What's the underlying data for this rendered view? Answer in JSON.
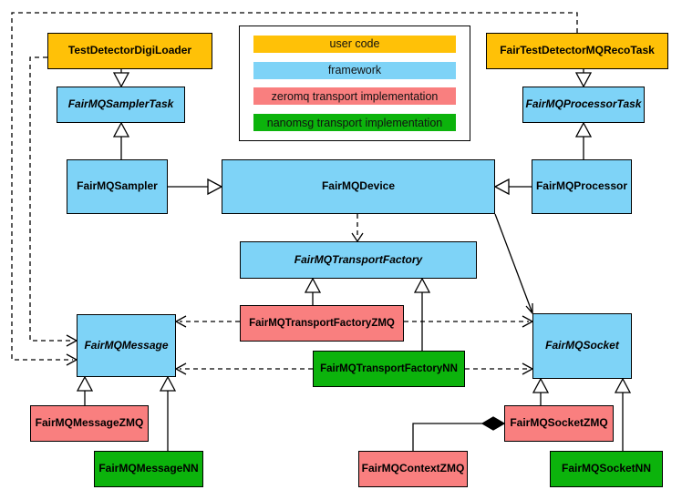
{
  "palette": {
    "user_code": "#FFC107",
    "framework": "#7ED3F7",
    "zeromq": "#F97F7F",
    "nanomsg": "#0CB30C",
    "line": "#000000",
    "background": "#FFFFFF"
  },
  "legend": {
    "items": [
      {
        "label": "user code",
        "category": "user_code"
      },
      {
        "label": "framework",
        "category": "framework"
      },
      {
        "label": "zeromq transport implementation",
        "category": "zeromq"
      },
      {
        "label": "nanomsg transport implementation",
        "category": "nanomsg"
      }
    ]
  },
  "nodes": {
    "testDetectorDigiLoader": {
      "label": "TestDetectorDigiLoader",
      "category": "user_code",
      "abstract": false
    },
    "fairTestDetectorMQRecoTask": {
      "label": "FairTestDetectorMQRecoTask",
      "category": "user_code",
      "abstract": false
    },
    "fairMQSamplerTask": {
      "label": "FairMQSamplerTask",
      "category": "framework",
      "abstract": true
    },
    "fairMQProcessorTask": {
      "label": "FairMQProcessorTask",
      "category": "framework",
      "abstract": true
    },
    "fairMQSampler": {
      "label": "FairMQSampler",
      "category": "framework",
      "abstract": false
    },
    "fairMQDevice": {
      "label": "FairMQDevice",
      "category": "framework",
      "abstract": false
    },
    "fairMQProcessor": {
      "label": "FairMQProcessor",
      "category": "framework",
      "abstract": false
    },
    "fairMQTransportFactory": {
      "label": "FairMQTransportFactory",
      "category": "framework",
      "abstract": true
    },
    "fairMQTransportFactoryZMQ": {
      "label": "FairMQTransportFactoryZMQ",
      "category": "zeromq",
      "abstract": false
    },
    "fairMQTransportFactoryNN": {
      "label": "FairMQTransportFactoryNN",
      "category": "nanomsg",
      "abstract": false
    },
    "fairMQMessage": {
      "label": "FairMQMessage",
      "category": "framework",
      "abstract": true
    },
    "fairMQSocket": {
      "label": "FairMQSocket",
      "category": "framework",
      "abstract": true
    },
    "fairMQMessageZMQ": {
      "label": "FairMQMessageZMQ",
      "category": "zeromq",
      "abstract": false
    },
    "fairMQMessageNN": {
      "label": "FairMQMessageNN",
      "category": "nanomsg",
      "abstract": false
    },
    "fairMQSocketZMQ": {
      "label": "FairMQSocketZMQ",
      "category": "zeromq",
      "abstract": false
    },
    "fairMQSocketNN": {
      "label": "FairMQSocketNN",
      "category": "nanomsg",
      "abstract": false
    },
    "fairMQContextZMQ": {
      "label": "FairMQContextZMQ",
      "category": "zeromq",
      "abstract": false
    }
  },
  "edges": [
    {
      "from": "TestDetectorDigiLoader",
      "to": "FairMQSamplerTask",
      "type": "inheritance"
    },
    {
      "from": "FairMQSampler",
      "to": "FairMQSamplerTask",
      "type": "inheritance"
    },
    {
      "from": "FairTestDetectorMQRecoTask",
      "to": "FairMQProcessorTask",
      "type": "inheritance"
    },
    {
      "from": "FairMQProcessor",
      "to": "FairMQProcessorTask",
      "type": "inheritance"
    },
    {
      "from": "FairMQSampler",
      "to": "FairMQDevice",
      "type": "inheritance"
    },
    {
      "from": "FairMQProcessor",
      "to": "FairMQDevice",
      "type": "inheritance"
    },
    {
      "from": "FairMQDevice",
      "to": "FairMQTransportFactory",
      "type": "dependency"
    },
    {
      "from": "FairMQDevice",
      "to": "FairMQSocket",
      "type": "association"
    },
    {
      "from": "FairMQTransportFactoryZMQ",
      "to": "FairMQTransportFactory",
      "type": "inheritance"
    },
    {
      "from": "FairMQTransportFactoryNN",
      "to": "FairMQTransportFactory",
      "type": "inheritance"
    },
    {
      "from": "FairMQTransportFactoryZMQ",
      "to": "FairMQMessage",
      "type": "dependency"
    },
    {
      "from": "FairMQTransportFactoryZMQ",
      "to": "FairMQSocket",
      "type": "dependency"
    },
    {
      "from": "FairMQTransportFactoryNN",
      "to": "FairMQMessage",
      "type": "dependency"
    },
    {
      "from": "FairMQTransportFactoryNN",
      "to": "FairMQSocket",
      "type": "dependency"
    },
    {
      "from": "TestDetectorDigiLoader",
      "to": "FairMQMessage",
      "type": "dependency"
    },
    {
      "from": "FairTestDetectorMQRecoTask",
      "to": "FairMQMessage",
      "type": "dependency"
    },
    {
      "from": "FairMQMessageZMQ",
      "to": "FairMQMessage",
      "type": "inheritance"
    },
    {
      "from": "FairMQMessageNN",
      "to": "FairMQMessage",
      "type": "inheritance"
    },
    {
      "from": "FairMQSocketZMQ",
      "to": "FairMQSocket",
      "type": "inheritance"
    },
    {
      "from": "FairMQSocketNN",
      "to": "FairMQSocket",
      "type": "inheritance"
    },
    {
      "from": "FairMQContextZMQ",
      "to": "FairMQSocketZMQ",
      "type": "composition"
    }
  ]
}
